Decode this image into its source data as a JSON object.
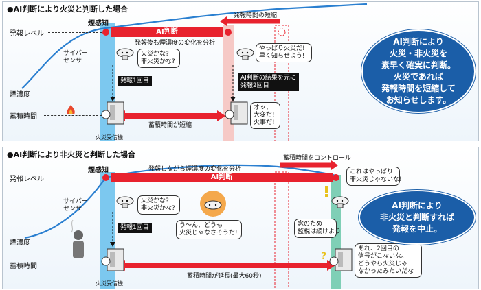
{
  "panel1": {
    "title": "●AI判断により火災と判断した場合",
    "y_labels": {
      "alarm_level": "発報レベル",
      "smoke_density": "煙濃度",
      "accum_time": "蓄積時間"
    },
    "smoke_detect": "煙感知",
    "ai_bar": "AI判断",
    "analysis": "発報後も煙濃度の変化を分析",
    "shortened": "発報時間の短縮",
    "cyber_sensor": "サイバー\nセンサ",
    "bubble_q": "火災かな?\n非火災かな?",
    "alarm1": "発報1回目",
    "receiver": "火災受信機",
    "accum_short": "蓄積時間が短縮",
    "bubble_fire": "やっぱり火災だ!\n早く知らせよう!",
    "alarm2": "AI判断の結果を元に\n発報2回目",
    "bubble_alarm": "オッ、\n大変だ!\n火事だ!",
    "oval": "AI判断により\n火災・非火災を\n素早く確実に判断。\n火災であれば\n発報時間を短縮して\nお知らせします。"
  },
  "panel2": {
    "title": "●AI判断により非火災と判断した場合",
    "y_labels": {
      "alarm_level": "発報レベル",
      "smoke_density": "煙濃度",
      "accum_time": "蓄積時間"
    },
    "smoke_detect": "煙感知",
    "ai_bar": "AI判断",
    "analysis": "発報しながら煙濃度の変化を分析",
    "control": "蓄積時間をコントロール",
    "cyber_sensor": "サイバー\nセンサ",
    "bubble_q": "火災かな?\n非火災かな?",
    "alarm1": "発報1回目",
    "receiver": "火災受信機",
    "bubble_maybe": "う〜ん、どうも\n火災じゃなさそうだ!",
    "bubble_nonfire": "これはやっぱり\n非火災じゃないな!",
    "bubble_watch": "念のため\n監視は続けよう",
    "accum_long": "蓄積時間が延長(最大60秒)",
    "bubble_nosignal": "あれ、2回目の\n信号がこないな。\nどうやら火災じゃ\nなかったみたいだな",
    "oval": "AI判断により\n非火災と判断すれば\n発報を中止。"
  },
  "colors": {
    "blue_col": "#7cc8ef",
    "pink_col": "#f6c9c6",
    "green_col": "#7fcfb6",
    "red": "#e8222e",
    "navy": "#1b5ea8",
    "curve": "#2a7fd0"
  },
  "icons": [
    "smoke-detector-icon",
    "fire-receiver-icon",
    "fire-icon",
    "cigarette-smoker-icon",
    "exclamation-icon",
    "question-icon"
  ]
}
